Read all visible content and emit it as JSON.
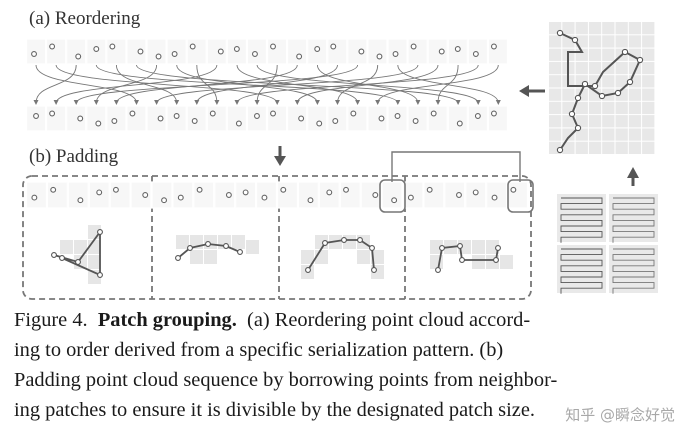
{
  "figure": {
    "label_a": "(a) Reordering",
    "label_b": "(b) Padding"
  },
  "caption": {
    "number": "Figure 4.",
    "title": "Patch grouping.",
    "lines": [
      "(a) Reordering point cloud accord-",
      "ing to order derived from a specific serialization pattern.  (b)",
      "Padding point cloud sequence by borrowing points from neighbor-",
      "ing patches to ensure it is divisible by the designated patch size."
    ]
  },
  "watermark": "知乎 @瞬念好觉",
  "colors": {
    "line": "#555555",
    "cell": "#e6e6e6",
    "dash": "#777777",
    "dot": "#666666"
  }
}
